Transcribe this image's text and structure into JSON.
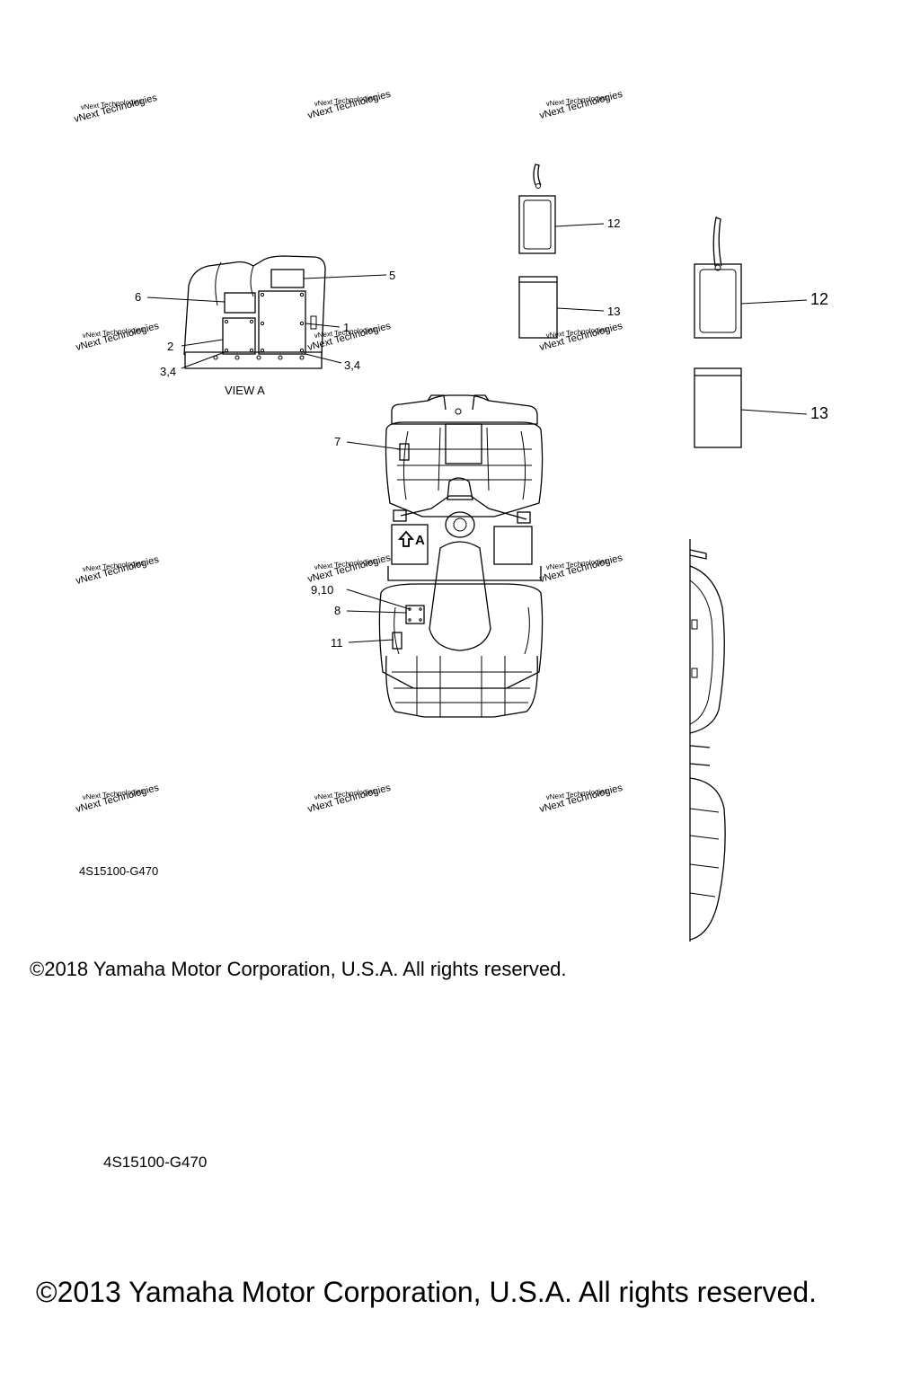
{
  "watermark": {
    "text": "vNext Technologies"
  },
  "view_label": "VIEW A",
  "view_marker": "A",
  "callouts": {
    "c1": "1",
    "c2": "2",
    "c34_left": "3,4",
    "c34_right": "3,4",
    "c5": "5",
    "c6": "6",
    "c7": "7",
    "c8": "8",
    "c910": "9,10",
    "c11": "11",
    "c12_small": "12",
    "c13_small": "13",
    "c12_large": "12",
    "c13_large": "13"
  },
  "footer": {
    "code_small": "4S15100-G470",
    "copyright_2018": "©2018 Yamaha Motor Corporation, U.S.A. All rights reserved.",
    "code_large": "4S15100-G470",
    "copyright_2013": "©2013 Yamaha Motor Corporation, U.S.A. All rights reserved."
  }
}
